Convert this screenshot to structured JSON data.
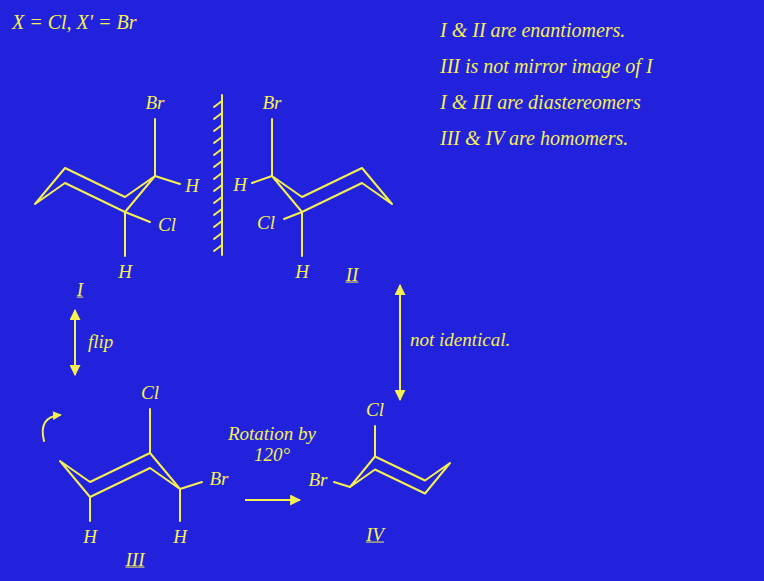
{
  "diagram": {
    "nodes": [
      {
        "text": [
          "Br",
          "H",
          "Cl",
          "H",
          "I"
        ]
      },
      {
        "text": [
          "Br",
          "H",
          "Cl",
          "H",
          "II"
        ]
      },
      {
        "text": [
          "Cl",
          "Br",
          "H",
          "H",
          "III"
        ]
      },
      {
        "text": [
          "Cl",
          "Br",
          "IV"
        ]
      }
    ],
    "edges": [
      {
        "from": 0,
        "to": 2,
        "arrow": "both",
        "label": "flip"
      },
      {
        "from": 2,
        "to": 3,
        "arrow": "to",
        "label": "Rotation by 120°"
      },
      {
        "from": 1,
        "to": 3,
        "arrow": "both",
        "label": "not identical."
      }
    ],
    "labels": [
      "X = Cl, X' = Br",
      "I & II are enantiomers.",
      "III is not mirror image of I",
      "I & III are diastereomers",
      "III & IV are homomers."
    ]
  }
}
